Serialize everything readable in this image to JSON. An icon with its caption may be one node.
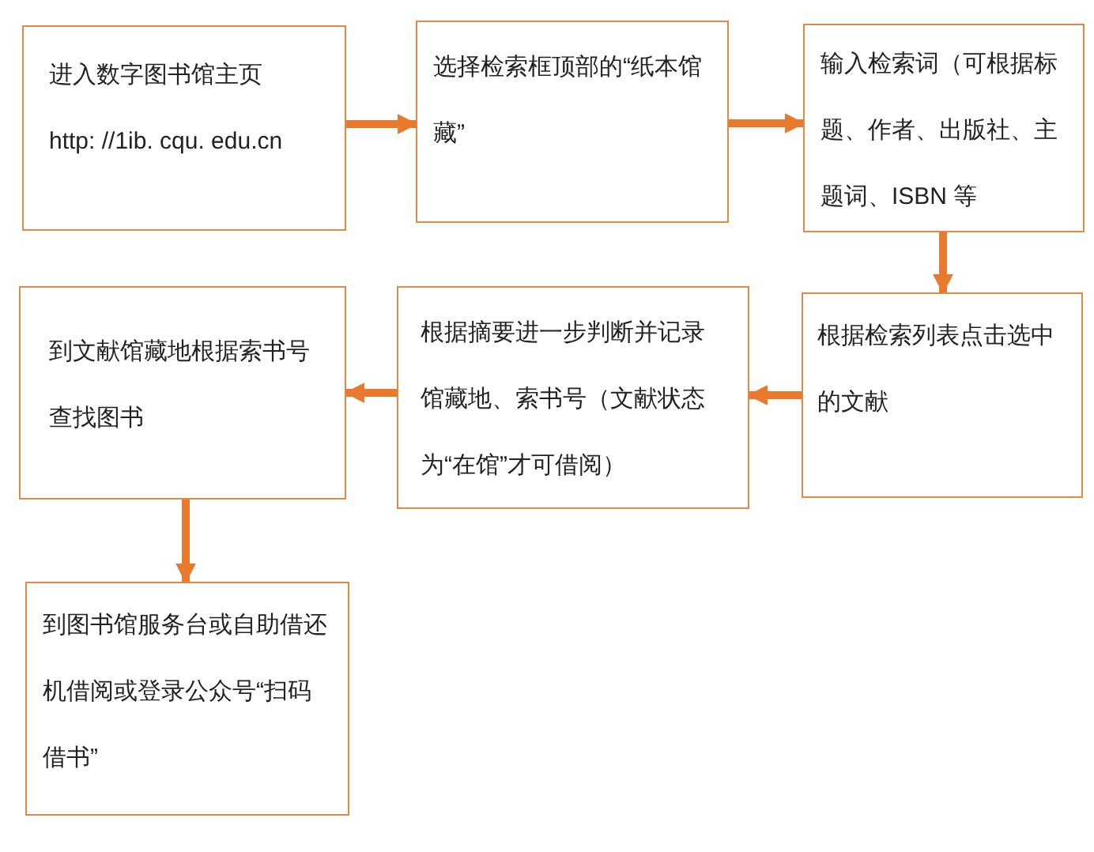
{
  "diagram": {
    "nodes": [
      {
        "text": [
          "进入数字图书馆主页",
          "http: //1ib. cqu. edu.cn"
        ]
      },
      {
        "text": [
          "选择检索框顶部的“纸本馆藏”"
        ]
      },
      {
        "text": [
          "输入检索词（可根据标题、作者、出版社、主题词、ISBN 等"
        ]
      },
      {
        "text": [
          "根据检索列表点击选中的文献"
        ]
      },
      {
        "text": [
          "根据摘要进一步判断并记录馆藏地、索书号（文献状态为“在馆”才可借阅）"
        ]
      },
      {
        "text": [
          "到文献馆藏地根据索书号查找图书"
        ]
      },
      {
        "text": [
          "到图书馆服务台或自助借还机借阅或登录公众号“扫码借书”"
        ]
      }
    ],
    "edges": [
      {
        "from": 0,
        "to": 1,
        "arrow": "to"
      },
      {
        "from": 1,
        "to": 2,
        "arrow": "to"
      },
      {
        "from": 2,
        "to": 3,
        "arrow": "to"
      },
      {
        "from": 3,
        "to": 4,
        "arrow": "to"
      },
      {
        "from": 4,
        "to": 5,
        "arrow": "to"
      },
      {
        "from": 5,
        "to": 6,
        "arrow": "to"
      }
    ]
  }
}
